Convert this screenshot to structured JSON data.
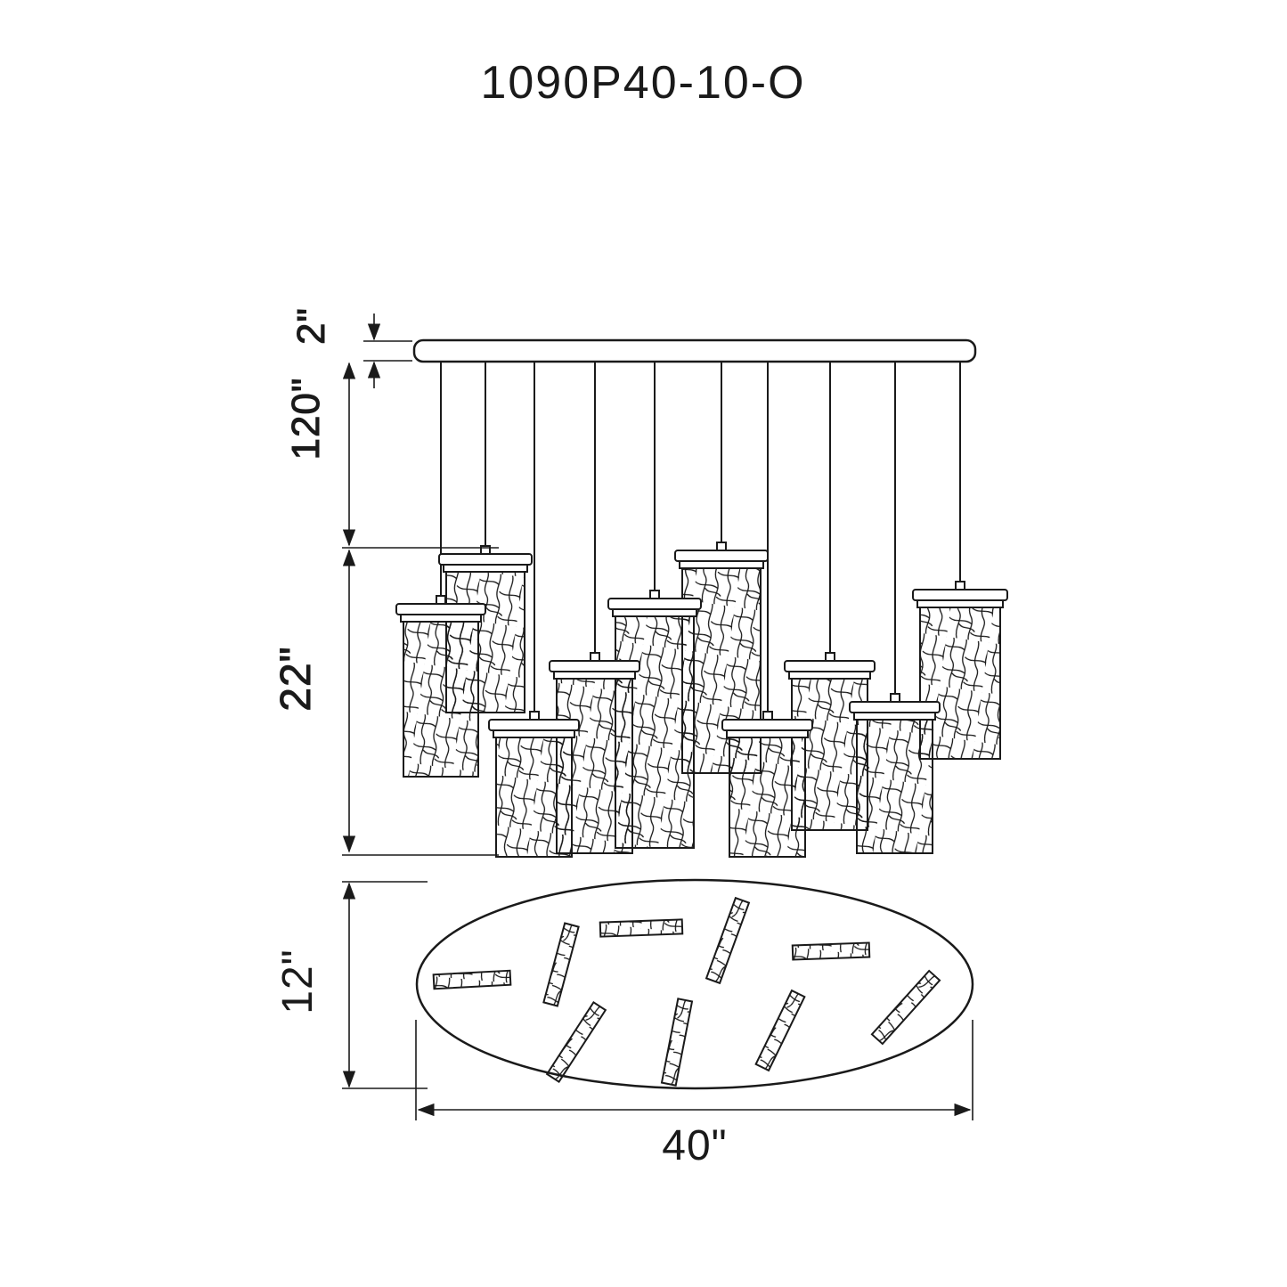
{
  "title": "1090P40-10-O",
  "side_view": {
    "canopy_height_label": "2\"",
    "suspension_height_label": "120\"",
    "shade_zone_height_label": "22\""
  },
  "plan_view": {
    "depth_label": "12\"",
    "width_label": "40\""
  },
  "style": {
    "line_color": "#1a1a1a",
    "background": "#ffffff"
  }
}
